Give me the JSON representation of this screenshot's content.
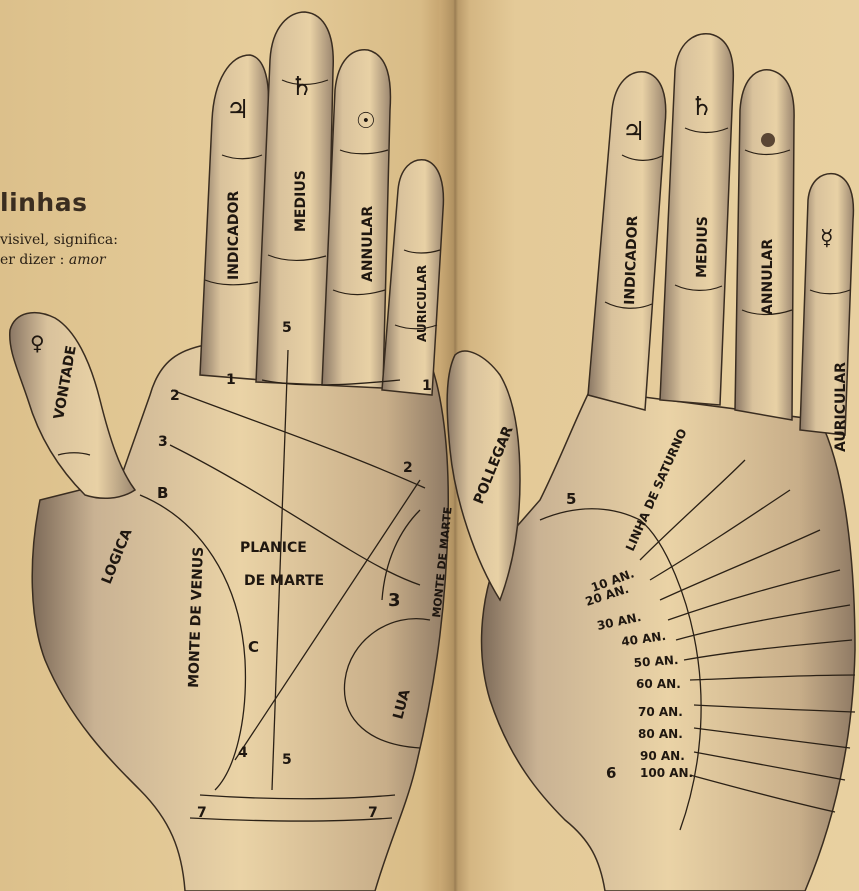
{
  "heading": "linhas",
  "paragraph": {
    "line1": "visivel, significa:",
    "line2_prefix": "er  dizer : ",
    "line2_italic": "amor"
  },
  "left_hand": {
    "fingers": [
      "INDICADOR",
      "MEDIUS",
      "ANNULAR",
      "AURICULAR"
    ],
    "thumb": "VONTADE",
    "thumb_base": "LOGICA",
    "regions": {
      "plaine_line1": "PLANICE",
      "plaine_line2": "DE MARTE",
      "monte_venus": "MONTE DE VENUS",
      "monte_marte": "MONTE DE MARTE",
      "lua": "LUA"
    },
    "letters": [
      "B",
      "C"
    ],
    "numbers": [
      "1",
      "1",
      "2",
      "2",
      "3",
      "3",
      "4",
      "5",
      "5",
      "7",
      "7"
    ],
    "symbols": {
      "jupiter": "♃",
      "saturn": "♄",
      "sun": "☉",
      "venus": "♀"
    }
  },
  "right_hand": {
    "fingers": [
      "INDICADOR",
      "MEDIUS",
      "ANNULAR",
      "AURICULAR"
    ],
    "thumb": "POLLEGAR",
    "line": "LINHA DE SATURNO",
    "numbers": [
      "5",
      "6"
    ],
    "ages": [
      "10 AN.",
      "20 AN.",
      "30 AN.",
      "40 AN.",
      "50 AN.",
      "60 AN.",
      "70 AN.",
      "80 AN.",
      "90 AN.",
      "100 AN."
    ],
    "symbols": {
      "jupiter": "♃",
      "saturn": "♄",
      "mercury": "☿"
    }
  },
  "colors": {
    "paper": "#e3c896",
    "ink": "#2b2116",
    "shade": "#8a7660"
  }
}
